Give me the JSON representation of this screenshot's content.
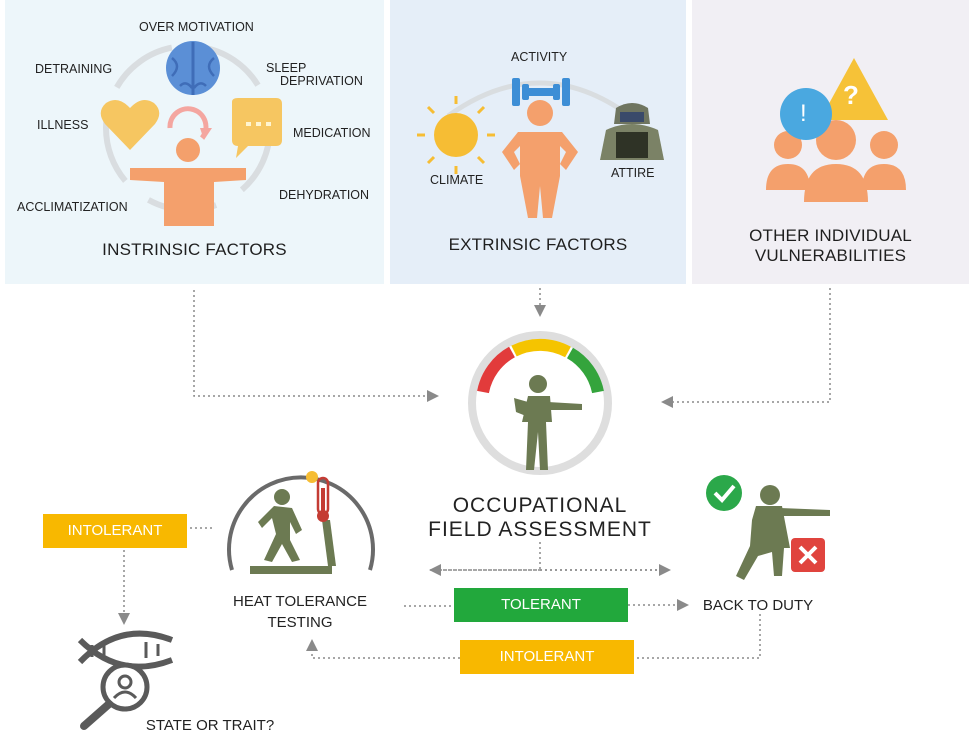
{
  "intrinsic": {
    "title": "INSTRINSIC FACTORS",
    "labels": {
      "over_motivation": "OVER MOTIVATION",
      "detraining": "DETRAINING",
      "sleep_line1": "SLEEP",
      "sleep_line2": "DEPRIVATION",
      "illness": "ILLNESS",
      "medication": "MEDICATION",
      "acclimatization": "ACCLIMATIZATION",
      "dehydration": "DEHYDRATION"
    }
  },
  "extrinsic": {
    "title": "EXTRINSIC FACTORS",
    "labels": {
      "activity": "ACTIVITY",
      "climate": "CLIMATE",
      "attire": "ATTIRE"
    }
  },
  "other": {
    "title_line1": "OTHER INDIVIDUAL",
    "title_line2": "VULNERABILITIES",
    "exclaim": "!",
    "question": "?"
  },
  "assessment": {
    "line1": "OCCUPATIONAL",
    "line2": "FIELD ASSESSMENT"
  },
  "heat_test": {
    "line1": "HEAT TOLERANCE",
    "line2": "TESTING"
  },
  "outcomes": {
    "intolerant_left": "INTOLERANT",
    "tolerant": "TOLERANT",
    "intolerant_bottom": "INTOLERANT",
    "back_to_duty": "BACK TO DUTY",
    "state_or_trait": "STATE OR TRAIT?"
  },
  "colors": {
    "orange": "#f4a06c",
    "brain_blue": "#5b8fd6",
    "yellow": "#f8b800",
    "green": "#22a83c",
    "olive": "#6c7a52",
    "gauge_red": "#e23b3b",
    "gauge_yellow": "#f5c400",
    "gauge_green": "#34a43c",
    "reject_red": "#e0443e"
  }
}
